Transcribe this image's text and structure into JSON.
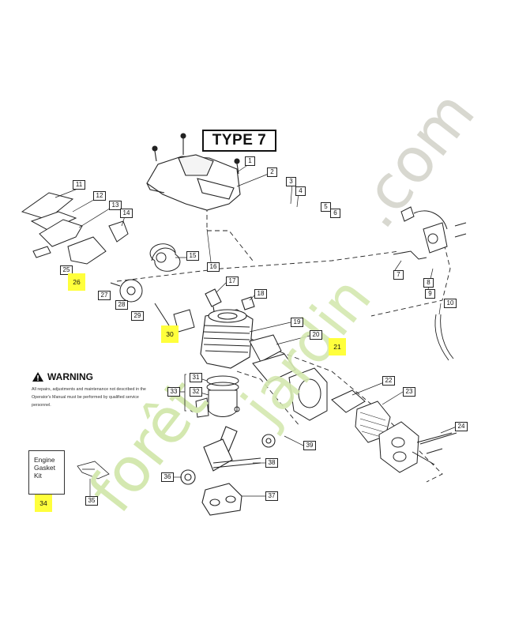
{
  "title": "TYPE 7",
  "warning": {
    "heading": "WARNING",
    "text": "All repairs, adjustments and maintenance not described in the Operator's Manual must be performed by qualified service personnel."
  },
  "kit": {
    "lines": [
      "Engine",
      "Gasket",
      "Kit"
    ]
  },
  "watermark": {
    "text_a": "forêt",
    "text_b": "jardin",
    "text_c": ".com",
    "color_orange": "#f3c9a0",
    "color_green": "#d4e8b0",
    "color_gray": "#d8d8d0"
  },
  "colors": {
    "highlight": "#ffff3c",
    "line": "#222222"
  },
  "labels": {
    "l1": "1",
    "l2": "2",
    "l3": "3",
    "l4": "4",
    "l5": "5",
    "l6": "6",
    "l7": "7",
    "l8": "8",
    "l9": "9",
    "l10": "10",
    "l11": "11",
    "l12": "12",
    "l13": "13",
    "l14": "14",
    "l15": "15",
    "l16": "16",
    "l17": "17",
    "l18": "18",
    "l19": "19",
    "l20": "20",
    "l21": "21",
    "l22": "22",
    "l23": "23",
    "l24": "24",
    "l25": "25",
    "l26": "26",
    "l27": "27",
    "l28": "28",
    "l29": "29",
    "l30": "30",
    "l31": "31",
    "l32": "32",
    "l33": "33",
    "l34": "34",
    "l35": "35",
    "l36": "36",
    "l37": "37",
    "l38": "38",
    "l39": "39"
  }
}
